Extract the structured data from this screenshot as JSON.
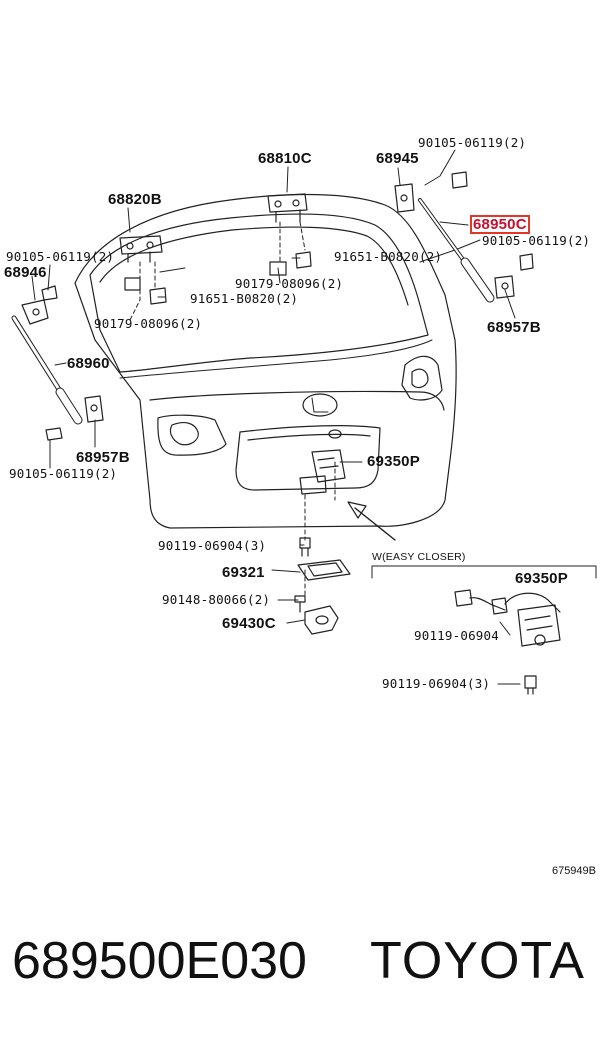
{
  "labels": {
    "p68810C": "68810C",
    "p68945": "68945",
    "p90105_top": "90105-06119(2)",
    "p68820B": "68820B",
    "p68950C": "68950C",
    "p90105_right": "90105-06119(2)",
    "p90105_left": "90105-06119(2)",
    "p68946": "68946",
    "p91651_mid": "91651-B0820(2)",
    "p90179_mid": "90179-08096(2)",
    "p91651_left": "91651-B0820(2)",
    "p90179_left": "90179-08096(2)",
    "p68957B_right": "68957B",
    "p68960": "68960",
    "p68957B_left": "68957B",
    "p90105_bottom": "90105-06119(2)",
    "p69350P_main": "69350P",
    "p90119_main": "90119-06904(3)",
    "p69321": "69321",
    "p90148": "90148-80066(2)",
    "p69430C": "69430C",
    "easy_closer": "W(EASY CLOSER)",
    "p69350P_closer": "69350P",
    "p90119_closer": "90119-06904",
    "p90119_closer_bottom": "90119-06904(3)"
  },
  "diagram_code": "675949B",
  "footer": {
    "part_number": "689500E030",
    "brand": "TOYOTA"
  },
  "colors": {
    "highlight": "#e5342a",
    "line": "#222222"
  }
}
